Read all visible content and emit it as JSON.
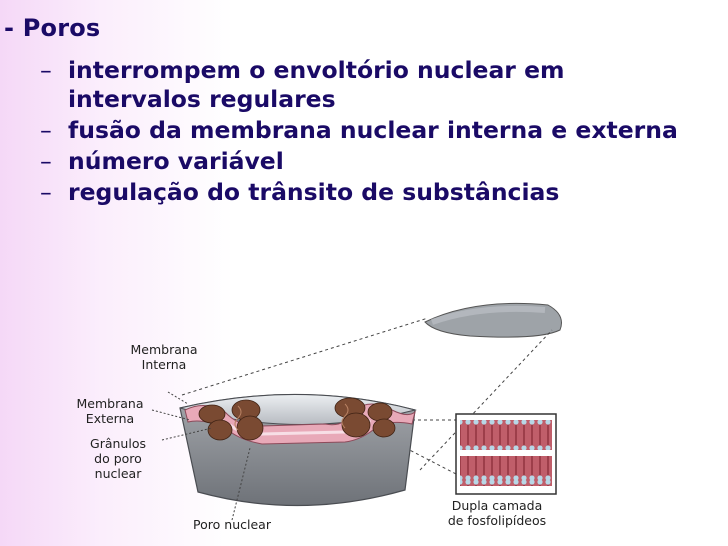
{
  "slide": {
    "heading": "- Poros",
    "bullets": [
      "interrompem o envoltório nuclear em intervalos regulares",
      "fusão da membrana nuclear interna e externa",
      "número variável",
      "regulação do trânsito de substâncias"
    ],
    "bullet_marker": "–"
  },
  "figure": {
    "labels": {
      "membrana_interna": "Membrana\nInterna",
      "membrana_externa": "Membrana\nExterna",
      "granulos": "Grânulos\ndo poro\nnuclear",
      "poro_nuclear": "Poro nuclear",
      "dupla_camada": "Dupla camada\nde fosfolipídeos"
    }
  },
  "colors": {
    "text": "#1a0a66",
    "membrane_pink": "#e7a7b8",
    "pore_brown": "#7a4a32",
    "nucleus_gray": "#8c8f94"
  }
}
